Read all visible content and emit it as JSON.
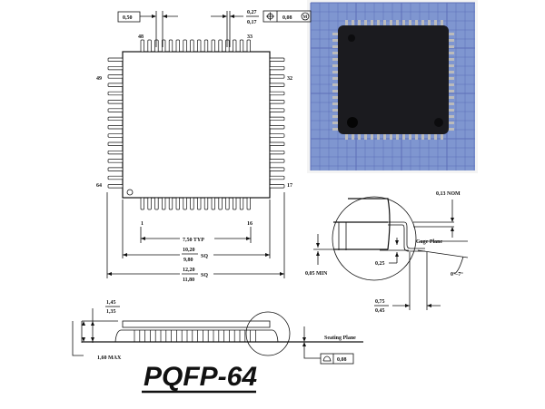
{
  "title": "PQFP-64",
  "top_view": {
    "pin_labels": {
      "p48": "48",
      "p33": "33",
      "p49": "49",
      "p32": "32",
      "p64": "64",
      "p17": "17",
      "p1": "1",
      "p16": "16"
    },
    "pitch": "0,50",
    "lead_width_max": "0,27",
    "lead_width_min": "0,17",
    "position_tolerance": "0,08",
    "position_modifier": "M",
    "typ_span": "7,50 TYP",
    "body_max": "10,20",
    "body_min": "9,80",
    "overall_max": "12,20",
    "overall_min": "11,80",
    "sq": "SQ"
  },
  "detail": {
    "thickness": "0,13 NOM",
    "gage_plane": "Gage Plane",
    "standoff": "0,05 MIN",
    "gage_height": "0,25",
    "angle": "0°–7°",
    "foot_max": "0,75",
    "foot_min": "0,45"
  },
  "side_view": {
    "height_max": "1,45",
    "height_min": "1,35",
    "overall_height": "1,60 MAX",
    "seating_plane": "Seating Plane",
    "flatness": "0,08"
  },
  "colors": {
    "photo_bg": "#7f96d0",
    "grid": "#5c6fb8",
    "chip": "#1b1b1f"
  }
}
